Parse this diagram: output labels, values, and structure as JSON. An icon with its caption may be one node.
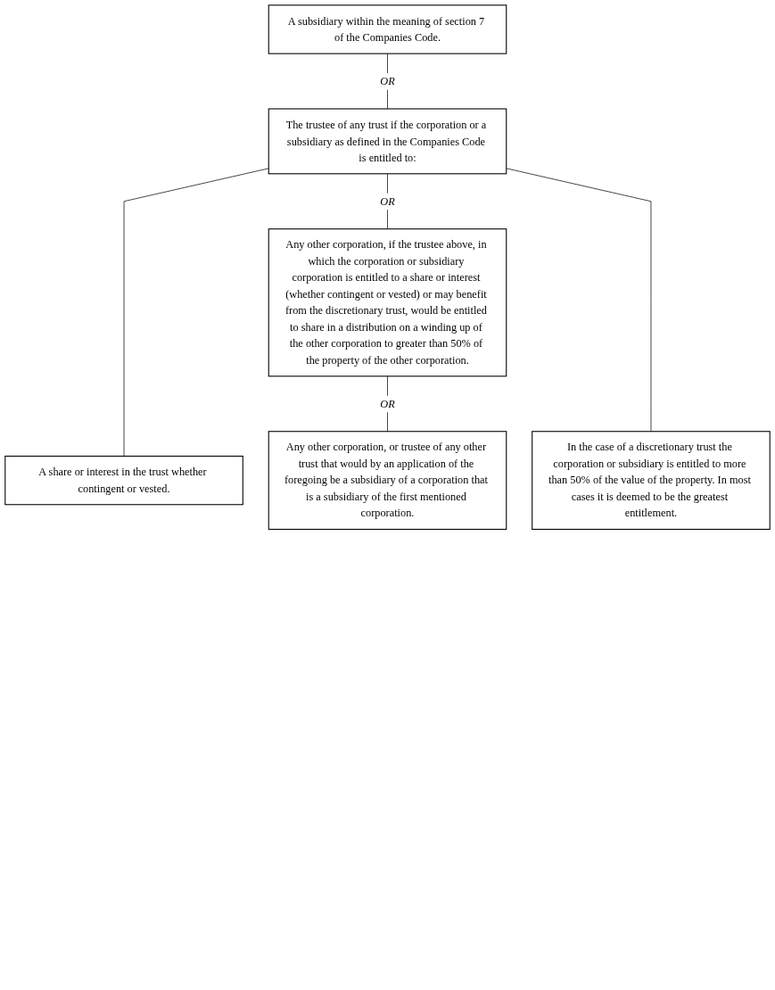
{
  "diagram": {
    "nodes": [
      {
        "text": [
          "A subsidiary within the meaning of section 7 of the Companies Code."
        ]
      },
      {
        "text": [
          "The trustee of any trust if the corporation or a subsidiary as defined in the Companies Code is entitled to:"
        ]
      },
      {
        "text": [
          "A share or interest in the trust whether contingent or vested."
        ]
      },
      {
        "text": [
          "In the case of a discretionary trust the corporation or subsidiary is entitled to more than 50% of the value of the property. In most cases it is deemed to be the greatest entitlement."
        ]
      },
      {
        "text": [
          "Any other corporation, if the trustee above, in which the corporation or subsidiary corporation is entitled to a share or interest (whether contingent or vested) or may benefit from the discretionary trust, would be entitled to share in a distribution on a winding up of the other corporation to greater than 50% of the property of the other corporation."
        ]
      },
      {
        "text": [
          "Any other corporation, or trustee of any other trust that would by an application of the foregoing be a subsidiary of a corporation that is a subsidiary of the first mentioned corporation."
        ]
      }
    ],
    "edges": [
      {
        "from": 0,
        "to": 1,
        "arrow": "none",
        "label": "OR"
      },
      {
        "from": 1,
        "to": 2,
        "arrow": "none"
      },
      {
        "from": 1,
        "to": 4,
        "arrow": "none",
        "label": "OR"
      },
      {
        "from": 1,
        "to": 3,
        "arrow": "none"
      },
      {
        "from": 4,
        "to": 5,
        "arrow": "none",
        "label": "OR"
      }
    ]
  }
}
